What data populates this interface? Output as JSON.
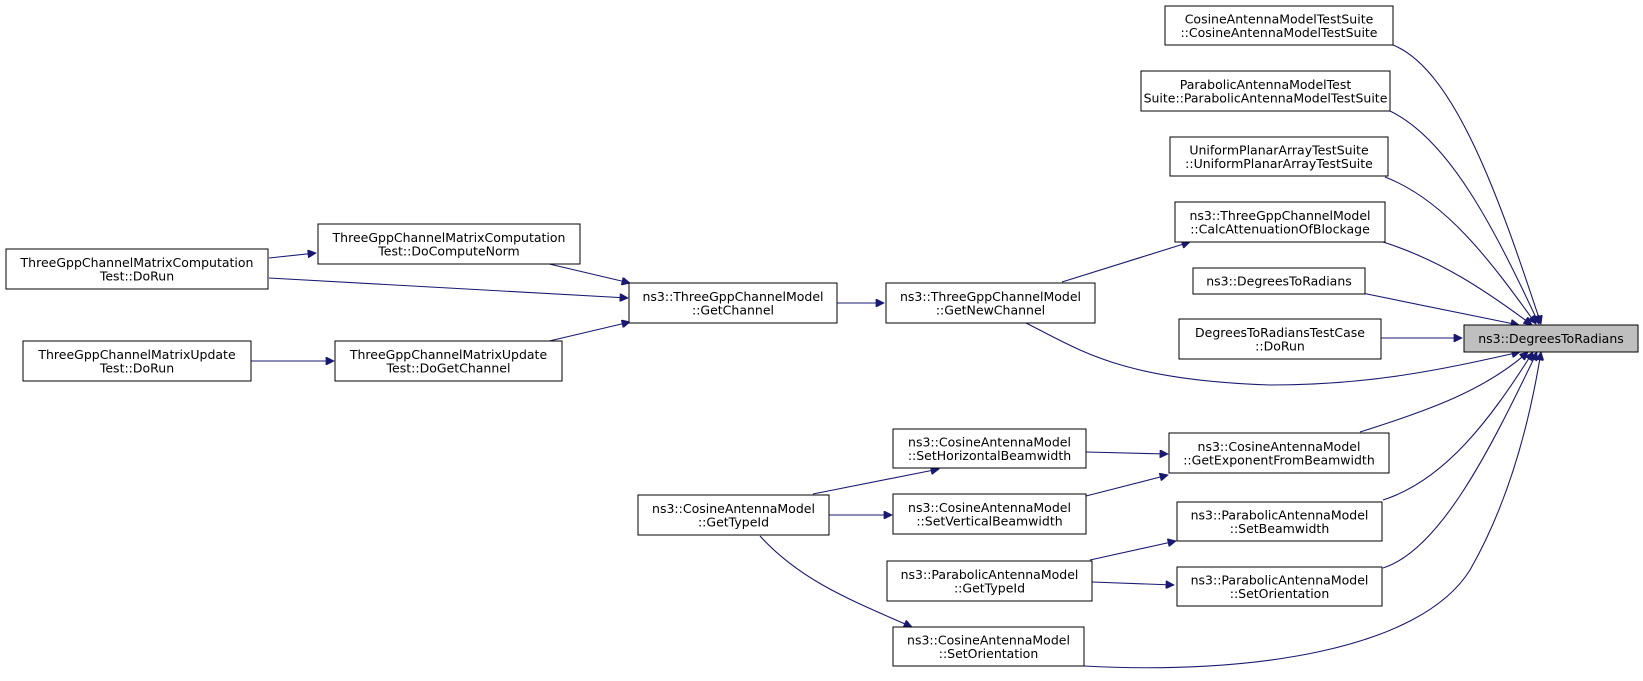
{
  "colors": {
    "edge": "#191970",
    "root_fill": "#bfbfbf",
    "node_fill": "#ffffff",
    "node_stroke": "#000000"
  },
  "nodes": {
    "root": [
      "ns3::DegreesToRadians"
    ],
    "cosine_suite": [
      "CosineAntennaModelTestSuite",
      "::CosineAntennaModelTestSuite"
    ],
    "parabolic_suite": [
      "ParabolicAntennaModelTest",
      "Suite::ParabolicAntennaModelTestSuite"
    ],
    "upa_suite": [
      "UniformPlanarArrayTestSuite",
      "::UniformPlanarArrayTestSuite"
    ],
    "calc_blockage": [
      "ns3::ThreeGppChannelModel",
      "::CalcAttenuationOfBlockage"
    ],
    "deg_to_rad_2": [
      "ns3::DegreesToRadians"
    ],
    "deg_test_run": [
      "DegreesToRadiansTestCase",
      "::DoRun"
    ],
    "get_new_channel": [
      "ns3::ThreeGppChannelModel",
      "::GetNewChannel"
    ],
    "get_channel": [
      "ns3::ThreeGppChannelModel",
      "::GetChannel"
    ],
    "compute_norm": [
      "ThreeGppChannelMatrixComputation",
      "Test::DoComputeNorm"
    ],
    "computation_run": [
      "ThreeGppChannelMatrixComputation",
      "Test::DoRun"
    ],
    "update_get_channel": [
      "ThreeGppChannelMatrixUpdate",
      "Test::DoGetChannel"
    ],
    "update_run": [
      "ThreeGppChannelMatrixUpdate",
      "Test::DoRun"
    ],
    "get_exponent": [
      "ns3::CosineAntennaModel",
      "::GetExponentFromBeamwidth"
    ],
    "set_h_beam": [
      "ns3::CosineAntennaModel",
      "::SetHorizontalBeamwidth"
    ],
    "set_v_beam": [
      "ns3::CosineAntennaModel",
      "::SetVerticalBeamwidth"
    ],
    "cos_typeid": [
      "ns3::CosineAntennaModel",
      "::GetTypeId"
    ],
    "par_set_beam": [
      "ns3::ParabolicAntennaModel",
      "::SetBeamwidth"
    ],
    "par_typeid": [
      "ns3::ParabolicAntennaModel",
      "::GetTypeId"
    ],
    "par_set_orient": [
      "ns3::ParabolicAntennaModel",
      "::SetOrientation"
    ],
    "cos_set_orient": [
      "ns3::CosineAntennaModel",
      "::SetOrientation"
    ]
  }
}
